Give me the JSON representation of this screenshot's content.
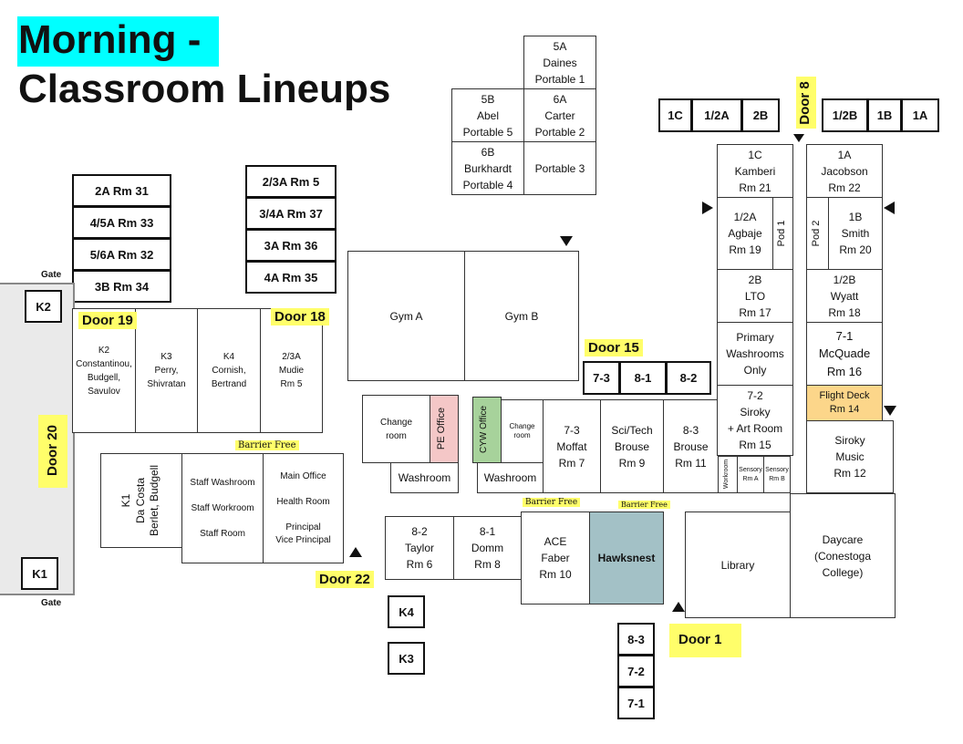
{
  "title": {
    "line1": "Morning -",
    "line2": "Classroom Lineups"
  },
  "colors": {
    "highlight_title": "#00ffff",
    "door_yellow": "#fffe6a",
    "pe_office": "#f4c7c7",
    "cyw_office": "#a7d29b",
    "flight_deck": "#fcd68a",
    "hawksnest": "#a3c1c6"
  },
  "portables": {
    "p1": "5A\nDaines\nPortable 1",
    "p5": "5B\nAbel\nPortable 5",
    "p2": "6A\nCarter\nPortable 2",
    "p4": "6B\nBurkhardt\nPortable 4",
    "p3": "Portable 3"
  },
  "lineups": {
    "top_left": [
      "1C",
      "1/2A",
      "2B"
    ],
    "top_right": [
      "1/2B",
      "1B",
      "1A"
    ],
    "left_col": [
      "2A Rm 31",
      "4/5A Rm 33",
      "5/6A Rm 32",
      "3B Rm 34"
    ],
    "mid_col": [
      "2/3A Rm 5",
      "3/4A Rm 37",
      "3A Rm 36",
      "4A Rm 35"
    ],
    "door15": [
      "7-3",
      "8-1",
      "8-2"
    ],
    "door1": [
      "8-3",
      "7-2",
      "7-1"
    ],
    "k2": "K2",
    "k1": "K1",
    "k4": "K4",
    "k3": "K3"
  },
  "doors": {
    "d8": "Door 8",
    "d19": "Door 19",
    "d18": "Door 18",
    "d15": "Door 15",
    "d20": "Door 20",
    "d22": "Door 22",
    "d1": "Door 1"
  },
  "gates": {
    "top": "Gate",
    "bottom": "Gate"
  },
  "barrier": [
    "Barrier Free",
    "Barrier Free",
    "Barrier Free"
  ],
  "rooms": {
    "r1c": "1C\nKamberi\nRm 21",
    "r1a": "1A\nJacobson\nRm 22",
    "r12a": "1/2A\nAgbaje\nRm 19",
    "pod1": "Pod 1",
    "pod2": "Pod 2",
    "r1b": "1B\nSmith\nRm 20",
    "r2b": "2B\nLTO\nRm 17",
    "r12b": "1/2B\nWyatt\nRm 18",
    "primary_wash": "Primary\nWashrooms\nOnly",
    "r71": "7-1\nMcQuade\nRm 16",
    "r72": "7-2\nSiroky\n+ Art Room\nRm 15",
    "flight": "Flight Deck\nRm 14",
    "music": "Siroky\nMusic\nRm 12",
    "workroom": "Workroom",
    "sensA": "Sensory\nRm A",
    "sensB": "Sensory\nRm B",
    "gymA": "Gym A",
    "gymB": "Gym B",
    "k2": "K2\nConstantinou,\nBudgell,\nSavulov",
    "k3": "K3\nPerry,\nShivratan",
    "k4": "K4\nCornish,\nBertrand",
    "r23a": "2/3A\nMudie\nRm 5",
    "change1": "Change\nroom",
    "pe": "PE Office",
    "cyw": "CYW Office",
    "change2": "Change\nroom",
    "wash1": "Washroom",
    "wash2": "Washroom",
    "r73": "7-3\nMoffat\nRm 7",
    "sci": "Sci/Tech\nBrouse\nRm 9",
    "r83": "8-3\nBrouse\nRm 11",
    "k1": "K1\nDa Costa\nBerlet, Budgell",
    "staff": "Staff Washroom\n\nStaff Workroom\n\nStaff Room",
    "office": "Main Office\n\nHealth Room\n\nPrincipal\nVice Principal",
    "r82": "8-2\nTaylor\nRm 6",
    "r81": "8-1\nDomm\nRm 8",
    "ace": "ACE\nFaber\nRm 10",
    "hawk": "Hawksnest",
    "library": "Library",
    "daycare": "Daycare\n(Conestoga\nCollege)"
  }
}
